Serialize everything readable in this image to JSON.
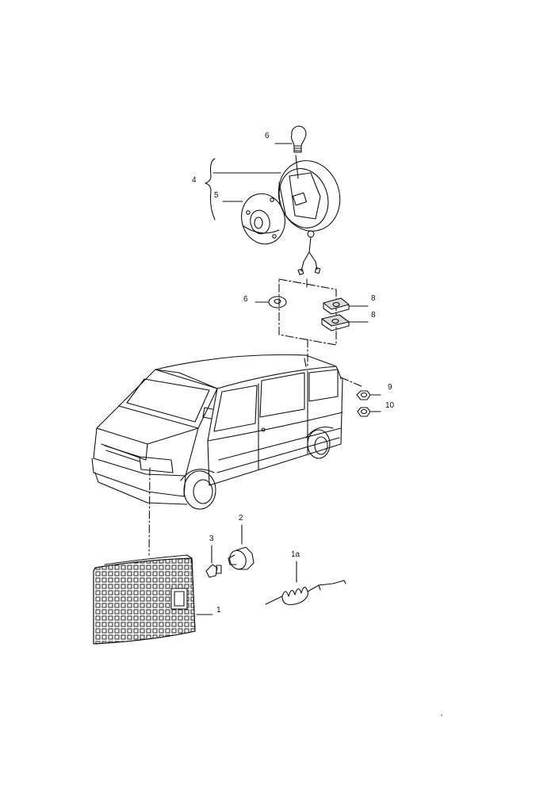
{
  "diagram": {
    "callouts": {
      "c1": "1",
      "c1a": "1a",
      "c2": "2",
      "c3": "3",
      "c4": "4",
      "c5": "5",
      "c6": "6",
      "c7": "6",
      "c8a": "8",
      "c8b": "8",
      "c9": "9",
      "c10": "10"
    }
  }
}
